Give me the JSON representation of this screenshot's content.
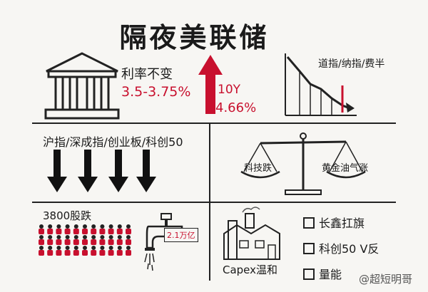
{
  "title": "隔夜美联储",
  "rate": {
    "label": "利率不变",
    "value": "3.5-3.75%"
  },
  "yield10y": {
    "label": "10Y",
    "value": "4.66%"
  },
  "us_indexes": {
    "label": "道指/纳指/费半"
  },
  "cn_indexes": {
    "label": "沪指/深成指/创业板/科创50"
  },
  "scale": {
    "left": "科技跌",
    "right": "黄金油气涨"
  },
  "decline": {
    "label": "3800股跌"
  },
  "outflow": {
    "label": "2.1万亿"
  },
  "factory": {
    "label": "Capex温和"
  },
  "checklist": [
    "长鑫扛旗",
    "科创50 V反",
    "量能"
  ],
  "watermark": "@超短明哥",
  "colors": {
    "accent": "#c8102e",
    "ink": "#1a1a1a"
  }
}
